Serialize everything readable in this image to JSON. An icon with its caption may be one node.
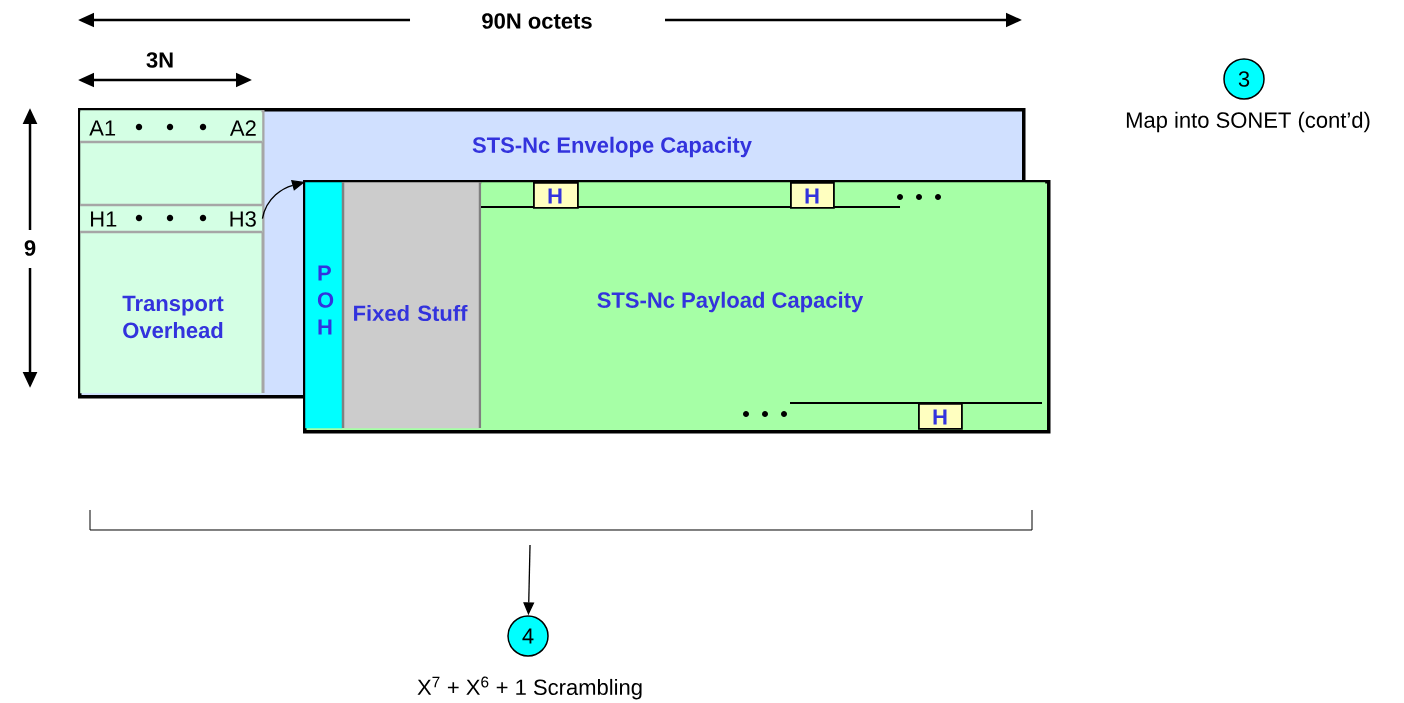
{
  "diagram": {
    "nodes": [
      {
        "text": [
          "STS-Nc Envelope Capacity"
        ]
      },
      {
        "text": [
          "Transport Overhead"
        ],
        "in": 0
      },
      {
        "text": [
          "A1",
          "A2"
        ],
        "in": 1
      },
      {
        "text": [
          "H1",
          "H3"
        ],
        "in": 1
      },
      {
        "text": [],
        "shape": "box"
      },
      {
        "text": [
          "P O H"
        ],
        "in": 4
      },
      {
        "text": [
          "Fixed Stuff"
        ],
        "in": 4
      },
      {
        "text": [
          "STS-Nc Payload Capacity"
        ],
        "in": 4
      },
      {
        "text": [
          "H"
        ],
        "in": 7
      },
      {
        "text": [
          "H"
        ],
        "in": 7
      },
      {
        "text": [
          "H"
        ],
        "in": 7
      },
      {
        "text": [
          "3"
        ],
        "beside": [
          "Map into SONET (cont’d)"
        ]
      },
      {
        "text": [
          "4"
        ],
        "beside": [
          "X$^{7}$ + X$^{6}$ + 1 Scrambling"
        ]
      }
    ],
    "edges": [
      {
        "from": 3,
        "to": 5,
        "arrow": "to"
      },
      {
        "from": null,
        "to": 12,
        "arrow": "to"
      }
    ],
    "labels": [
      "90N octets",
      "3N",
      "9"
    ]
  }
}
